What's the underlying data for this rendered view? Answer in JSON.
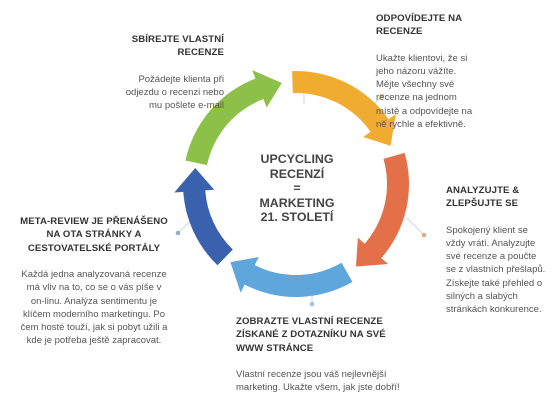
{
  "center": {
    "lines": [
      "UPCYCLING",
      "RECENZÍ",
      "=",
      "MARKETING",
      "21. STOLETÍ"
    ]
  },
  "colors": {
    "green": "#8cc049",
    "orange": "#f0ac31",
    "red": "#e4704a",
    "lightblue": "#5ea6dc",
    "darkblue": "#3a61ad"
  },
  "blocks": {
    "collect": {
      "heading": [
        "SBÍREJTE VLASTNÍ",
        "RECENZE"
      ],
      "body": [
        "Požádejte klienta při",
        "odjezdu o recenzi nebo",
        "mu pošlete e-mail"
      ]
    },
    "respond": {
      "heading": [
        "ODPOVÍDEJTE NA",
        "RECENZE"
      ],
      "body": [
        "Ukažte klientovi, že si",
        "jeho názoru vážíte.",
        "Mějte všechny své",
        "recenze na jednom",
        "místě a odpovídejte na",
        "ně rychle a efektivně."
      ]
    },
    "analyze": {
      "heading": [
        "ANALYZUJTE &",
        "ZLEPŠUJTE SE"
      ],
      "body": [
        "Spokojený klient se",
        "vždy vrátí. Analyzujte",
        "své recenze a poučte",
        "se z vlastních přešlapů.",
        "Získejte také přehled o",
        "silných a slabých",
        "stránkách konkurence."
      ]
    },
    "display": {
      "heading": [
        "ZOBRAZTE VLASTNÍ RECENZE",
        "ZÍSKANÉ Z DOTAZNÍKU NA SVÉ",
        "WWW STRÁNCE"
      ],
      "body": [
        "Vlastní recenze jsou váš nejlevnější",
        "marketing. Ukažte všem, jak jste dobří!"
      ]
    },
    "meta": {
      "heading": [
        "META-REVIEW JE PŘENÁŠENO",
        "NA OTA STRÁNKY A",
        "CESTOVATELSKÉ PORTÁLY"
      ],
      "body": [
        "Každá jedna analyzovaná recenze",
        "má vliv na to, co se o vás píše v",
        "on-linu. Analýza sentimentu je",
        "klíčem moderního marketingu. Po",
        "čem hosté touží, jak si pobyt užili a",
        "kde je potřeba ještě zapracovat."
      ]
    }
  }
}
